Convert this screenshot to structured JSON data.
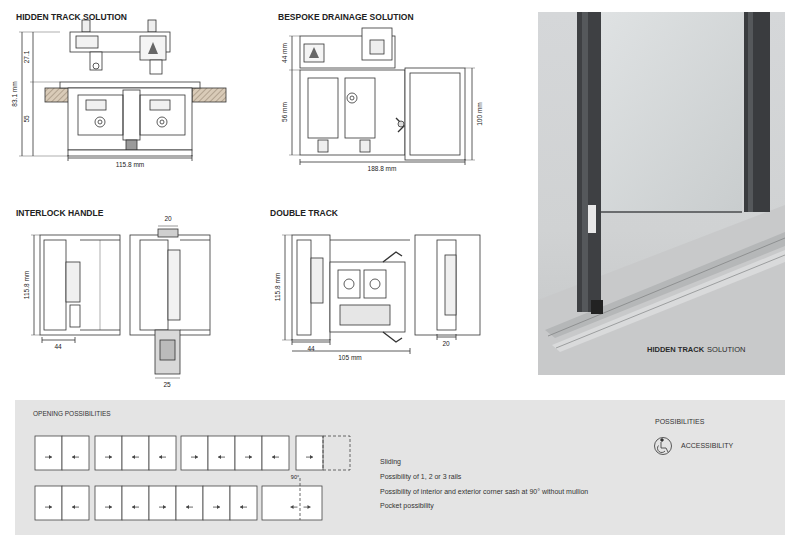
{
  "diagram": {
    "nodes": [
      {
        "text": [
          "OPENING POSSIBILITIES",
          "Sliding",
          "Possibility of 1, 2 or 3 rails",
          "Possibility of interior and exterior corner sash at 90° without mullion",
          "Pocket possibility",
          "POSSIBILITIES",
          "ACCESSIBILITY"
        ]
      }
    ],
    "labels": [
      "HIDDEN TRACK SOLUTION",
      "27.1",
      "83.1 mm",
      "55",
      "115.8 mm",
      "BESPOKE DRAINAGE SOLUTION",
      "44 mm",
      "56 mm",
      "100 mm",
      "188.8 mm",
      "INTERLOCK HANDLE",
      "20",
      "115.8 mm",
      "44",
      "25",
      "DOUBLE TRACK",
      "115.8 mm",
      "44",
      "105 mm",
      "20",
      "HIDDEN TRACK",
      "SOLUTION",
      "90°"
    ]
  }
}
